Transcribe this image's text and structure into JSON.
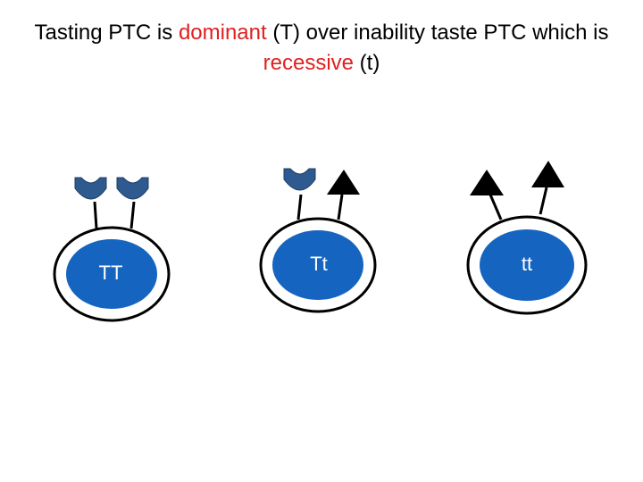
{
  "title": {
    "part1": "Tasting PTC is ",
    "dominant_word": "dominant",
    "part2": " (T) over inability taste PTC which is",
    "recessive_word": "recessive",
    "part3": " (t)",
    "highlight_color": "#e02020"
  },
  "cells": [
    {
      "genotype": "TT",
      "receptors": [
        "cup",
        "cup"
      ]
    },
    {
      "genotype": "Tt",
      "receptors": [
        "cup",
        "triangle"
      ]
    },
    {
      "genotype": "tt",
      "receptors": [
        "triangle",
        "triangle"
      ]
    }
  ],
  "colors": {
    "nucleus": "#1565c0",
    "cup_receptor": "#2e5a8f",
    "triangle_receptor": "#000000"
  },
  "icons": {
    "cup": "receptor-cup-icon",
    "triangle": "receptor-triangle-icon"
  }
}
